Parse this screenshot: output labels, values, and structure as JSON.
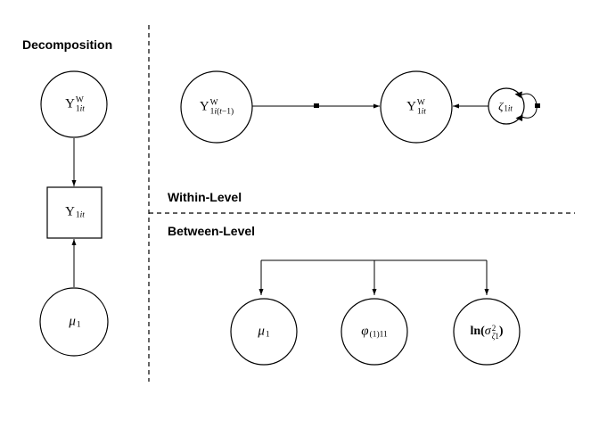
{
  "sections": {
    "decomposition": {
      "heading": "Decomposition"
    },
    "within": {
      "heading": "Within-Level"
    },
    "between": {
      "heading": "Between-Level"
    }
  },
  "nodes": {
    "decomp_y_within": {
      "name": "Y^W_1it",
      "shape": "circle",
      "base_html": "Y",
      "sup_html": "W",
      "sub_html": "1<i>it</i>"
    },
    "decomp_y_obs": {
      "name": "Y_1it",
      "shape": "square",
      "base_html": "Y",
      "sub_html": "1<i>it</i>"
    },
    "decomp_mu": {
      "name": "mu_1",
      "shape": "circle",
      "base_html": "<i>μ</i>",
      "sub_html": "1"
    },
    "within_y_lag": {
      "name": "Y^W_1i(t-1)",
      "shape": "circle",
      "base_html": "Y",
      "sup_html": "W",
      "sub_html": "1<i>i</i>(<i>t</i>−1)"
    },
    "within_y": {
      "name": "Y^W_1it",
      "shape": "circle",
      "base_html": "Y",
      "sup_html": "W",
      "sub_html": "1<i>it</i>"
    },
    "within_zeta": {
      "name": "zeta_1it",
      "shape": "circle",
      "base_html": "<i>ζ</i>",
      "sub_html": "1<i>it</i>"
    },
    "between_mu": {
      "name": "mu_1",
      "shape": "circle",
      "base_html": "<i>μ</i>",
      "sub_html": "1"
    },
    "between_phi": {
      "name": "phi_(1)11",
      "shape": "circle",
      "base_html": "<i>φ</i>",
      "sub_html": "(1)11"
    },
    "between_lnsigma": {
      "name": "ln(sigma^2_zeta1)",
      "shape": "circle",
      "pre": "ln(",
      "base_html": "<i>σ</i>",
      "sup_html": "2",
      "sub_html": "<i>ζ</i>1",
      "post": ")"
    }
  },
  "colors": {
    "line": "#000000",
    "background": "#ffffff",
    "text": "#000000"
  }
}
